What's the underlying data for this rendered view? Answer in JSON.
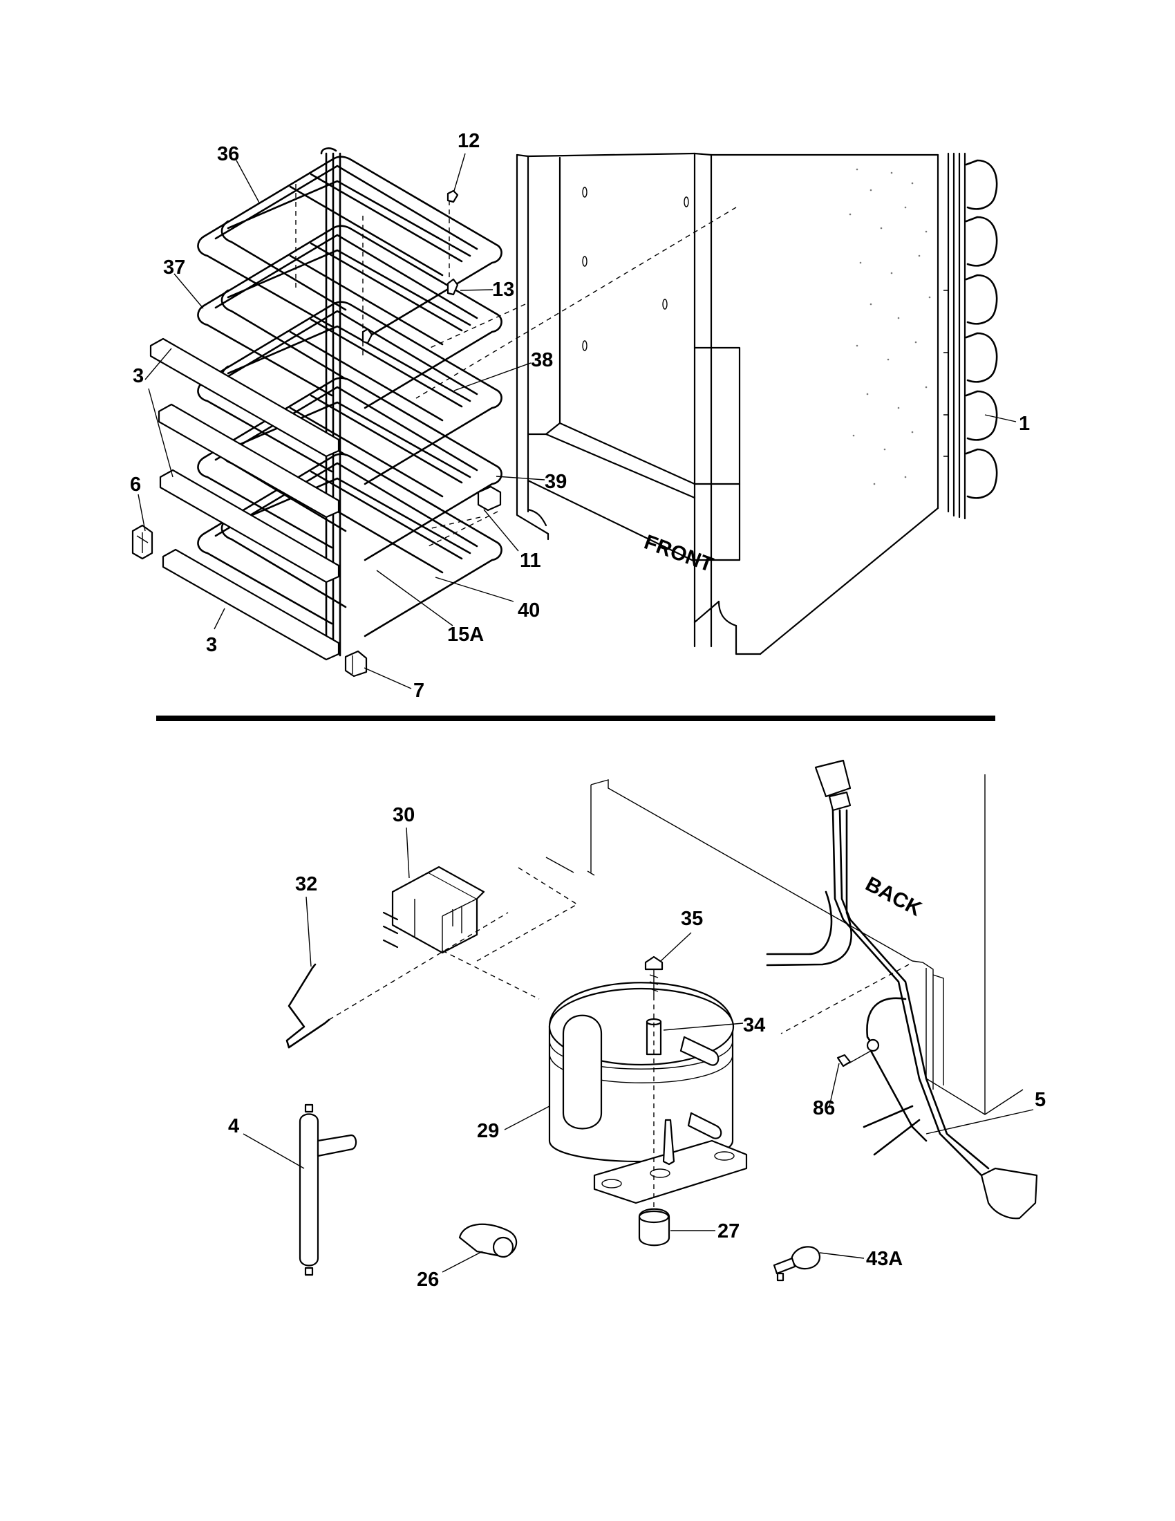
{
  "diagram": {
    "top_section": {
      "panel_label": "FRONT",
      "callouts": [
        {
          "id": "c36",
          "text": "36"
        },
        {
          "id": "c12",
          "text": "12"
        },
        {
          "id": "c37",
          "text": "37"
        },
        {
          "id": "c13",
          "text": "13"
        },
        {
          "id": "c38",
          "text": "38"
        },
        {
          "id": "c3a",
          "text": "3"
        },
        {
          "id": "c1",
          "text": "1"
        },
        {
          "id": "c6",
          "text": "6"
        },
        {
          "id": "c39",
          "text": "39"
        },
        {
          "id": "c11",
          "text": "11"
        },
        {
          "id": "c40",
          "text": "40"
        },
        {
          "id": "c15a",
          "text": "15A"
        },
        {
          "id": "c3b",
          "text": "3"
        },
        {
          "id": "c7",
          "text": "7"
        }
      ]
    },
    "bottom_section": {
      "panel_label": "BACK",
      "callouts": [
        {
          "id": "c30",
          "text": "30"
        },
        {
          "id": "c32",
          "text": "32"
        },
        {
          "id": "c35",
          "text": "35"
        },
        {
          "id": "c34",
          "text": "34"
        },
        {
          "id": "c86",
          "text": "86"
        },
        {
          "id": "c5",
          "text": "5"
        },
        {
          "id": "c4",
          "text": "4"
        },
        {
          "id": "c29",
          "text": "29"
        },
        {
          "id": "c27",
          "text": "27"
        },
        {
          "id": "c43a",
          "text": "43A"
        },
        {
          "id": "c26",
          "text": "26"
        }
      ]
    }
  }
}
